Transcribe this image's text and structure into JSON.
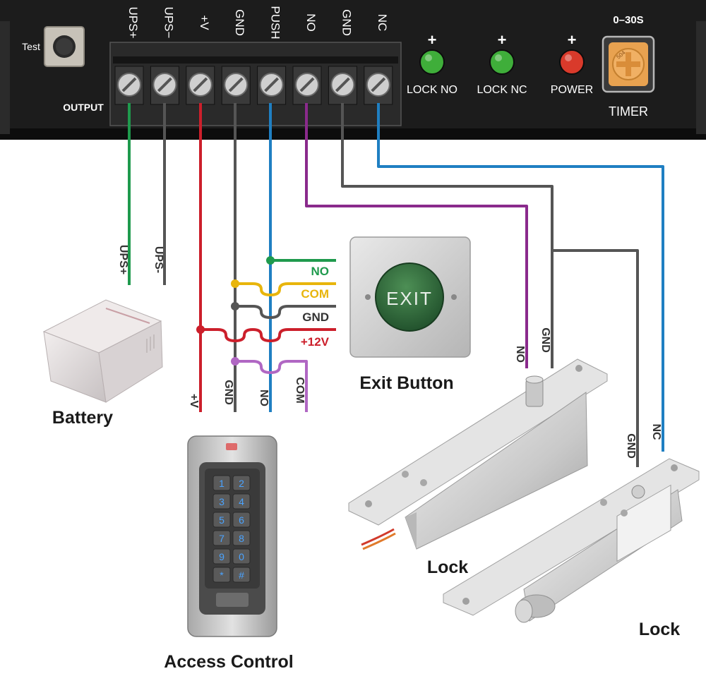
{
  "panel": {
    "test_label": "Test",
    "output_label": "OUTPUT",
    "terminals": [
      "UPS+",
      "UPS−",
      "+V",
      "GND",
      "PUSH",
      "NO",
      "GND",
      "NC"
    ],
    "leds": [
      {
        "label": "LOCK NO",
        "color": "#3fae3a"
      },
      {
        "label": "LOCK NC",
        "color": "#3fae3a"
      },
      {
        "label": "POWER",
        "color": "#d93a2b"
      }
    ],
    "led_plus": "+",
    "timer_range": "0–30S",
    "timer_label": "TIMER",
    "timer_knob_text": "504"
  },
  "battery": {
    "wire_labels": [
      "UPS+",
      "UPS-"
    ],
    "label": "Battery"
  },
  "exit_button": {
    "wire_labels": [
      "NO",
      "COM",
      "GND",
      "+12V"
    ],
    "face_text": "EXIT",
    "label": "Exit Button"
  },
  "access_control": {
    "wire_labels": [
      "+V",
      "GND",
      "NO",
      "COM"
    ],
    "keys": [
      "1",
      "2",
      "3",
      "4",
      "5",
      "6",
      "7",
      "8",
      "9",
      "0",
      "*",
      "#"
    ],
    "label": "Access Control"
  },
  "lock1": {
    "wire_labels": [
      "NO",
      "GND"
    ],
    "label": "Lock"
  },
  "lock2": {
    "wire_labels": [
      "GND",
      "NC"
    ],
    "label": "Lock"
  },
  "colors": {
    "green": "#1f9a4d",
    "gray": "#555555",
    "red": "#cc1f2b",
    "blue": "#1f7fc2",
    "purple": "#8a2a8c",
    "yellow": "#e8b50c",
    "panel": "#1c1c1c"
  }
}
